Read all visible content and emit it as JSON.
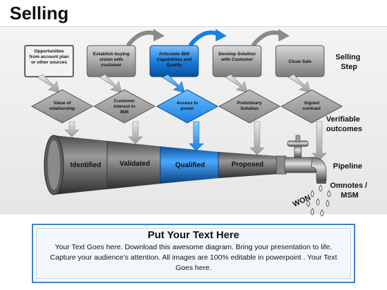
{
  "title": "Selling",
  "steps": [
    "Opportunities from account plan or other sources",
    "Establish buying vision with customer",
    "Articulate IBM Capabilities and Qualify",
    "Develop Solution with Customer",
    "Close Sale"
  ],
  "outcomes": [
    "Value of relationship",
    "Customer interest in IBM",
    "Access to power",
    "Preliminary Solution",
    "Signed contract"
  ],
  "funnel_stages": [
    "Identified",
    "Validated",
    "Qualified",
    "Proposed"
  ],
  "side_labels": {
    "selling_step": "Selling Step",
    "verifiable_outcomes": "Verifiable outcomes",
    "pipeline": "Pipeline",
    "omnotes": "Omnotes / MSM"
  },
  "won_label": "WON",
  "textbox": {
    "title": "Put Your Text Here",
    "body": "Your Text Goes here. Download this awesome diagram. Bring your presentation to life. Capture your audience’s attention. All images are 100% editable in powerpoint . Your Text Goes here."
  },
  "colors": {
    "highlight": "#1a7fe0",
    "gray_box": "#8e8e8e",
    "accent_border": "#3d7fc0"
  }
}
